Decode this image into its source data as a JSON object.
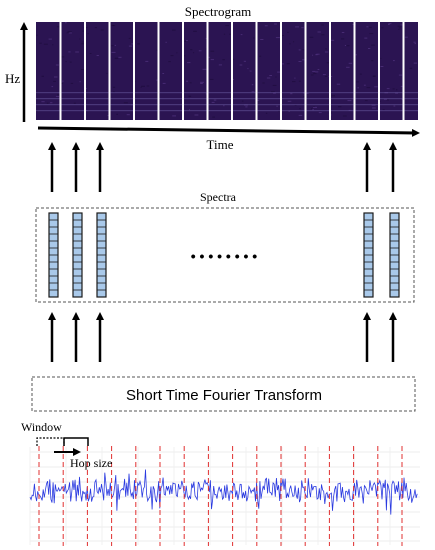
{
  "spectrogram": {
    "title": "Spectrogram",
    "y_axis_label": "Hz",
    "x_axis_label": "Time",
    "background_color": "#2b1452",
    "divider_color": "#ffffff"
  },
  "spectra": {
    "title": "Spectra",
    "ellipsis": "• • • • • • • •",
    "cell_color": "#a9c9ea",
    "outline_color": "#1a1a1a"
  },
  "stft": {
    "label": "Short Time Fourier Transform"
  },
  "signal": {
    "window_label": "Window",
    "hop_label": "Hop size",
    "waveform_color": "#2a3ae0",
    "frame_line_color": "#e03030"
  }
}
